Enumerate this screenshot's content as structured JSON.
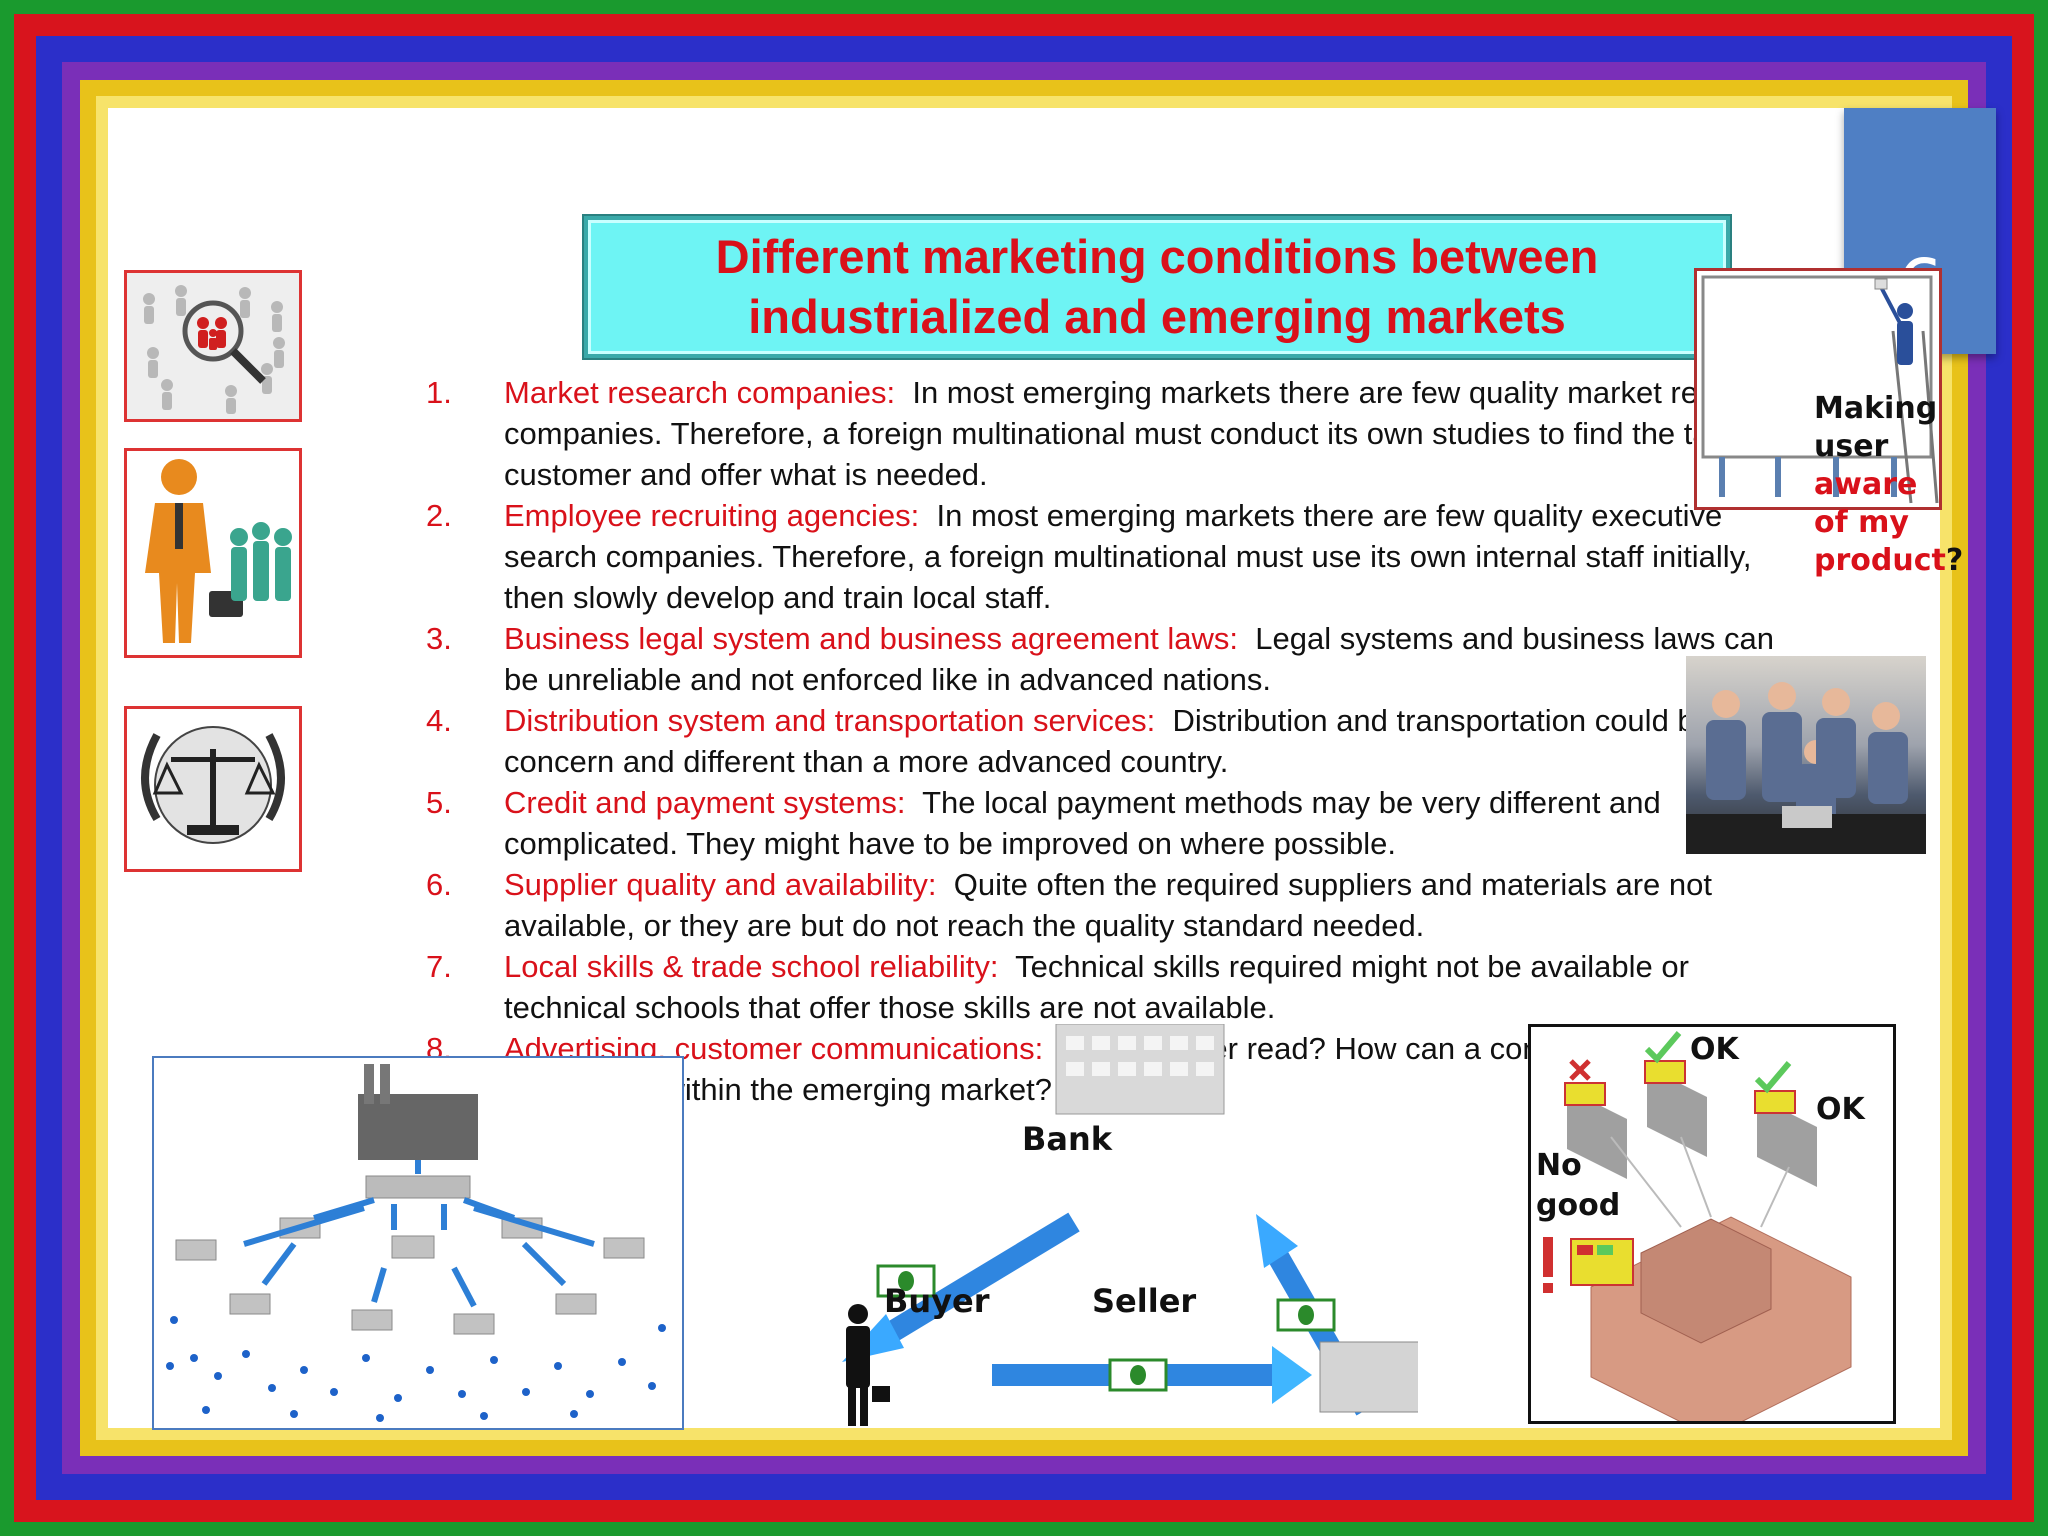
{
  "slide": {
    "page_number": "6",
    "title_line1": "Different marketing conditions between",
    "title_line2": "industrialized and emerging markets",
    "items": [
      {
        "num": "1.",
        "heading": "Market research companies:",
        "text": "In most emerging markets there are few quality market research companies.  Therefore, a foreign multinational must conduct its own studies to find the target customer and offer what is needed."
      },
      {
        "num": "2.",
        "heading": "Employee recruiting agencies:",
        "text": "In most emerging markets there are few quality executive search companies.  Therefore, a foreign multinational must use its own internal staff initially, then slowly develop and train local staff."
      },
      {
        "num": "3.",
        "heading": "Business legal system and business agreement laws:",
        "text": "Legal systems and business laws can be unreliable and not enforced like in advanced nations."
      },
      {
        "num": "4.",
        "heading": "Distribution system and transportation services:",
        "text": "Distribution and transportation could be a concern and different than a more advanced country."
      },
      {
        "num": "5.",
        "heading": "Credit and payment systems:",
        "text": "The local payment methods may be very different and complicated.  They might have to be improved on where possible."
      },
      {
        "num": "6.",
        "heading": "Supplier quality and availability:",
        "text": "Quite often the required suppliers and materials are not available, or they are but do not reach the quality standard needed."
      },
      {
        "num": "7.",
        "heading": "Local skills & trade school reliability:",
        "text": "Technical skills required might not be available or technical schools that offer those skills are not available."
      },
      {
        "num": "8.",
        "heading": "Advertising, customer communications:",
        "text": "Can the user read?  How can a company create awareness within the emerging market?"
      }
    ],
    "billboard": {
      "line1": "Making",
      "line2_a": "user ",
      "line2_b": "aware",
      "line3": "of my",
      "line4_a": "product",
      "line4_b": "?"
    },
    "payment_diagram": {
      "bank": "Bank",
      "buyer": "Buyer",
      "seller": "Seller"
    },
    "supplier_diagram": {
      "ok1": "OK",
      "ok2": "OK",
      "no_good_1": "No",
      "no_good_2": "good"
    },
    "colors": {
      "accent_red": "#d9111a",
      "title_bg": "#6ef4f4",
      "page_tab": "#4f7fc4"
    }
  }
}
